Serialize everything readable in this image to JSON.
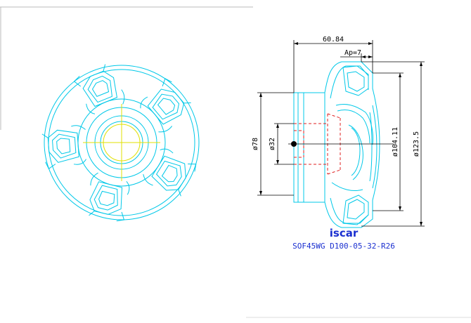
{
  "drawing": {
    "dims": {
      "length": "60.84",
      "ap": "Ap=7",
      "d78": "ø78",
      "d32": "ø32",
      "d104": "ø104.11",
      "d123": "ø123.5"
    },
    "logo": "iscar",
    "part_code": "SOF45WG D100-05-32-R26",
    "colors": {
      "outline": "#00c8e8",
      "center": "#e0e000",
      "hidden": "#e02020",
      "dimension": "#000000",
      "brand": "#1a2fd0"
    }
  }
}
